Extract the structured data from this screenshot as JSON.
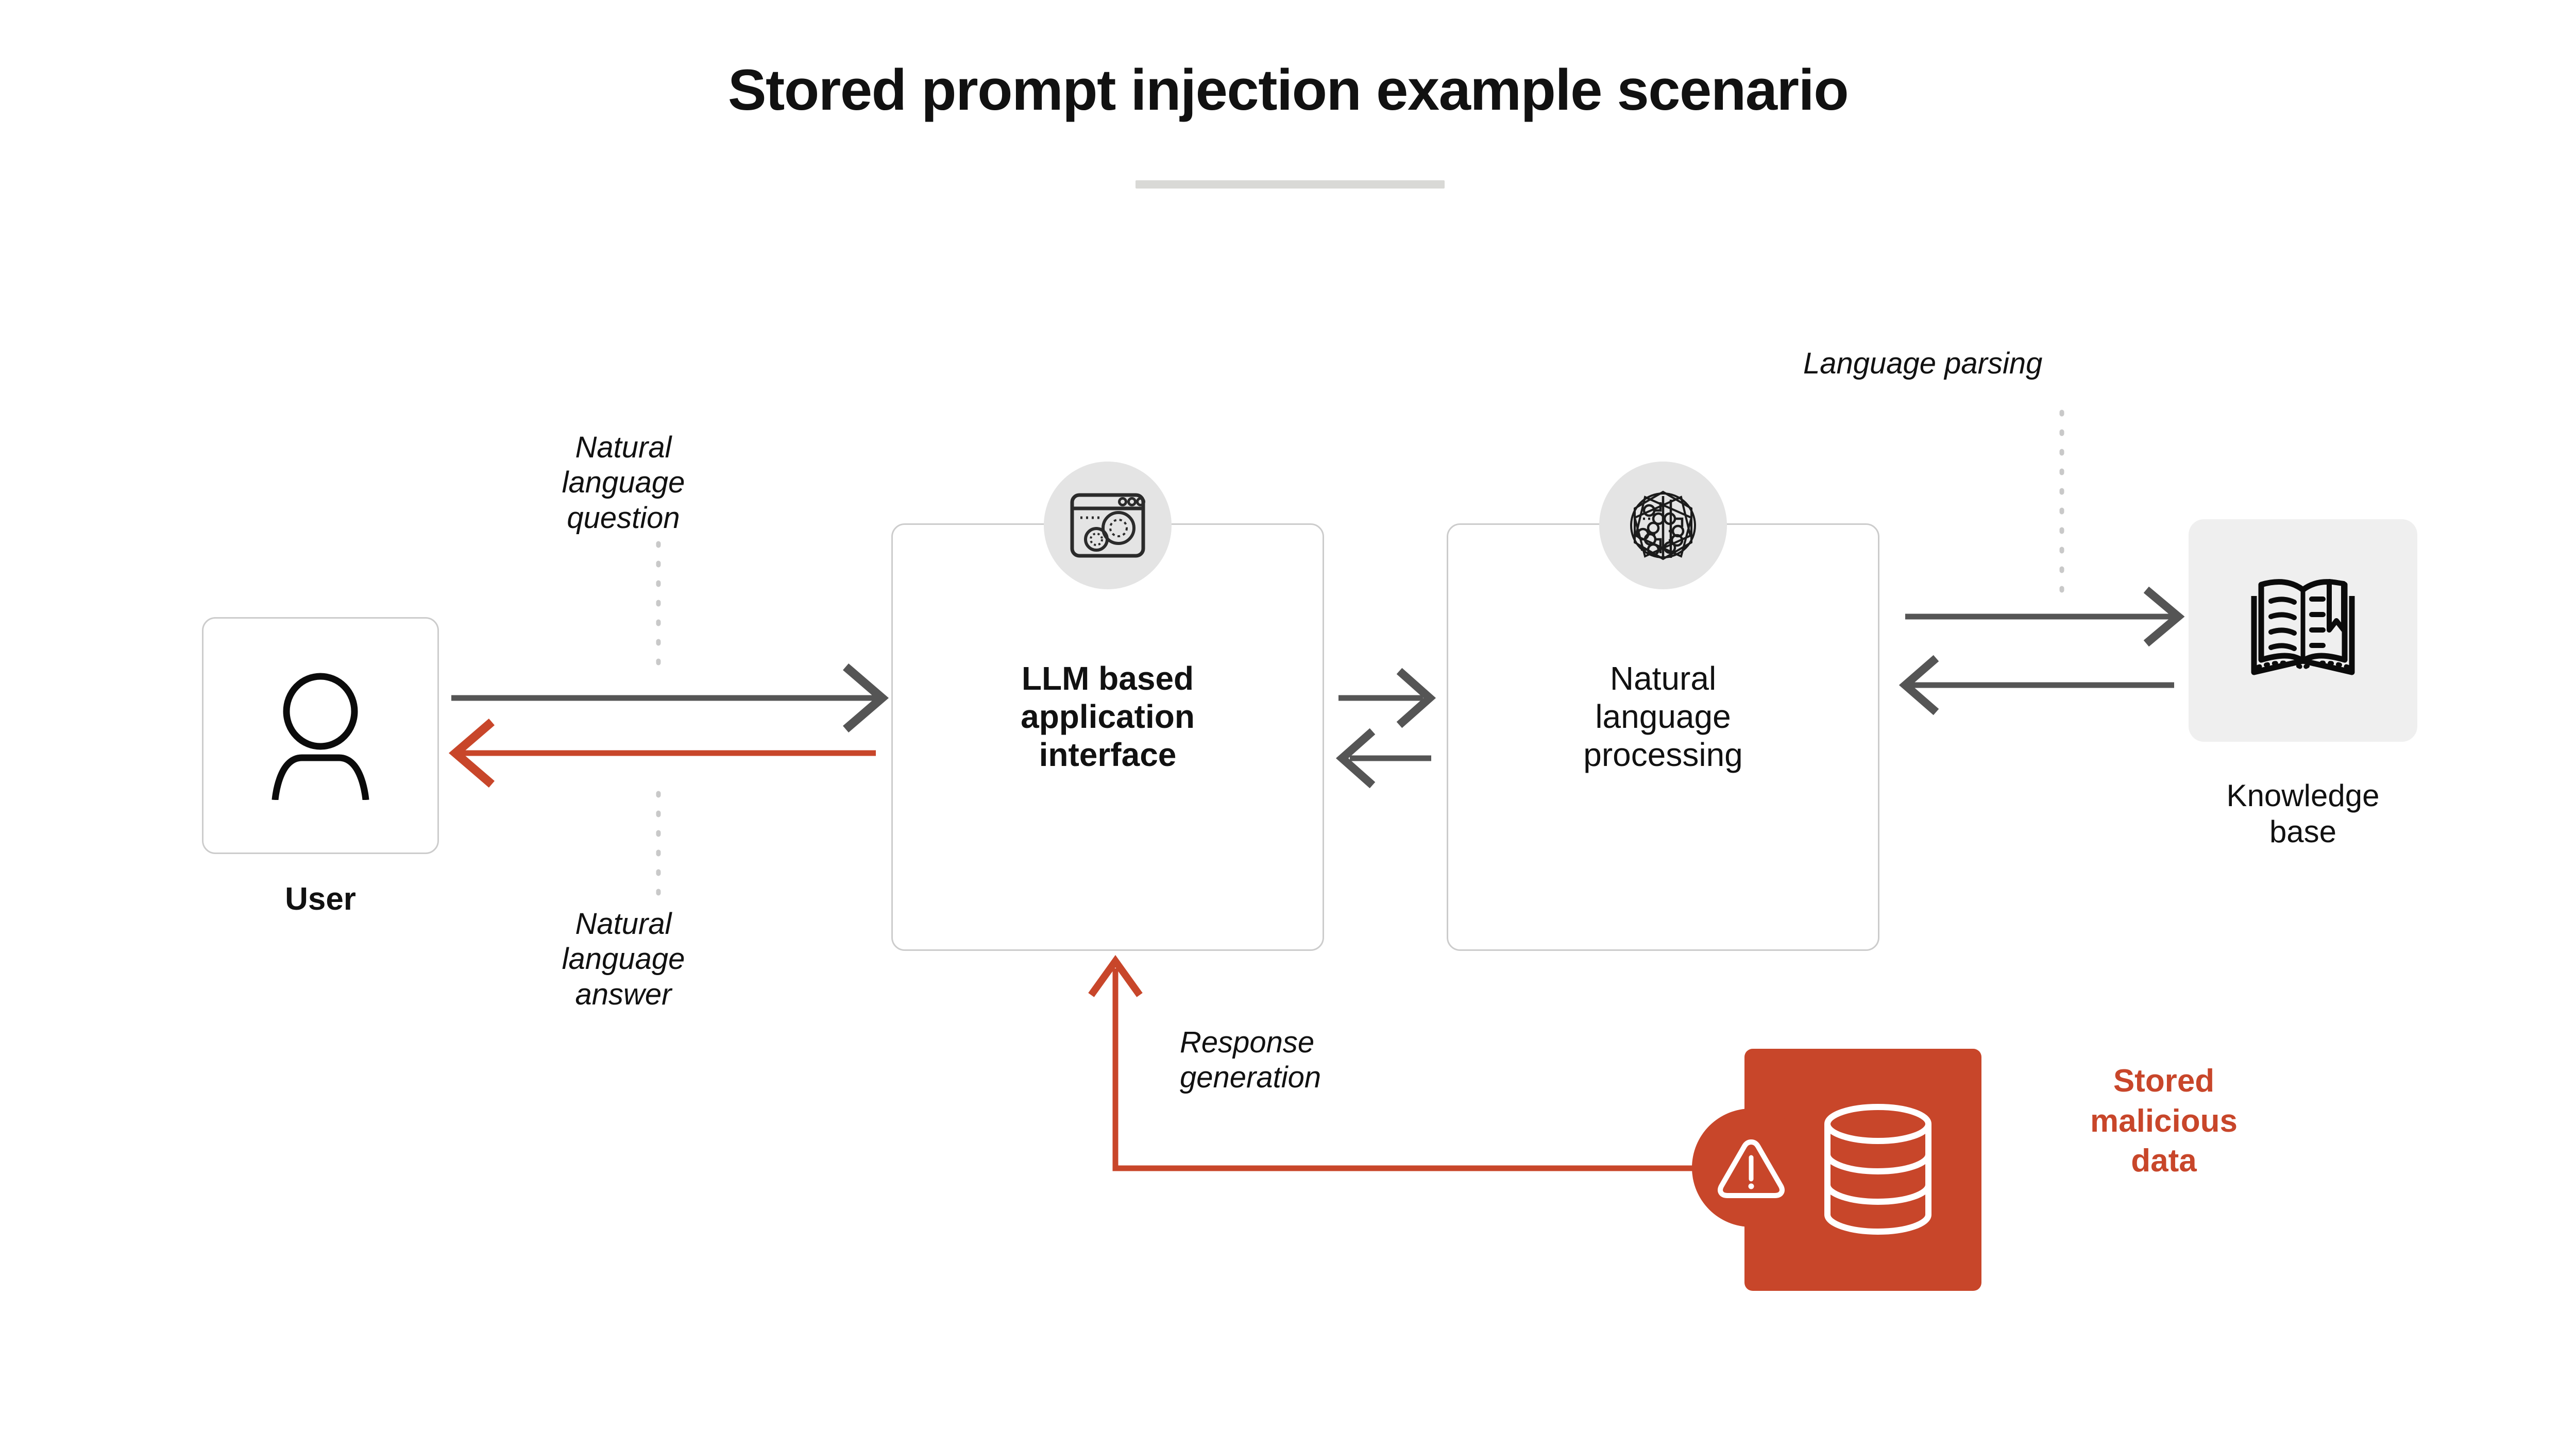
{
  "page": {
    "title": "Stored prompt injection example scenario",
    "background_color": "#ffffff"
  },
  "colors": {
    "accent_red": "#c8462a",
    "arrow_gray": "#555555",
    "box_border": "#cccccc",
    "icon_bubble": "#e4e4e4",
    "kb_fill": "#efefef",
    "rule_gray": "#d9d9d6",
    "text": "#111111"
  },
  "nodes": [
    {
      "id": "user",
      "label": "User",
      "icon": "person-icon",
      "style": "outlined-box",
      "label_weight": "bold"
    },
    {
      "id": "llm",
      "label": "LLM based\napplication\ninterface",
      "label_lines": [
        "LLM based",
        "application",
        "interface"
      ],
      "icon": "browser-gears-icon",
      "style": "outlined-box",
      "label_weight": "bold"
    },
    {
      "id": "nlp",
      "label": "Natural\nlanguage\nprocessing",
      "label_lines": [
        "Natural",
        "language",
        "processing"
      ],
      "icon": "circuit-brain-icon",
      "style": "outlined-box",
      "label_weight": "regular"
    },
    {
      "id": "knowledge-base",
      "label": "Knowledge\nbase",
      "label_lines": [
        "Knowledge",
        "base"
      ],
      "icon": "open-book-icon",
      "style": "filled-box",
      "label_weight": "regular"
    },
    {
      "id": "stored-malicious-data",
      "label": "Stored\nmalicious\ndata",
      "label_lines": [
        "Stored",
        "malicious",
        "data"
      ],
      "icon": "database-icon",
      "badge_icon": "warning-triangle-icon",
      "style": "filled-red-box",
      "label_weight": "bold",
      "label_color": "#c8462a"
    }
  ],
  "edges": [
    {
      "id": "user-to-llm",
      "from": "user",
      "to": "llm",
      "label": "Natural\nlanguage\nquestion",
      "label_lines": [
        "Natural",
        "language",
        "question"
      ],
      "color": "#555555",
      "direction": "right"
    },
    {
      "id": "llm-to-user",
      "from": "llm",
      "to": "user",
      "label": "Natural\nlanguage\nanswer",
      "label_lines": [
        "Natural",
        "language",
        "answer"
      ],
      "color": "#c8462a",
      "direction": "left"
    },
    {
      "id": "llm-to-nlp",
      "from": "llm",
      "to": "nlp",
      "label": "",
      "color": "#555555",
      "direction": "right"
    },
    {
      "id": "nlp-to-llm",
      "from": "nlp",
      "to": "llm",
      "label": "",
      "color": "#555555",
      "direction": "left"
    },
    {
      "id": "nlp-to-kb",
      "from": "nlp",
      "to": "knowledge-base",
      "label": "Language parsing",
      "label_lines": [
        "Language parsing"
      ],
      "color": "#555555",
      "direction": "right"
    },
    {
      "id": "kb-to-nlp",
      "from": "knowledge-base",
      "to": "nlp",
      "label": "",
      "color": "#555555",
      "direction": "left"
    },
    {
      "id": "malicious-to-llm",
      "from": "stored-malicious-data",
      "to": "llm",
      "label": "Response\ngeneration",
      "label_lines": [
        "Response",
        "generation"
      ],
      "color": "#c8462a",
      "direction": "up"
    }
  ],
  "labels": {
    "natural_language_question": "Natural\nlanguage\nquestion",
    "natural_language_answer": "Natural\nlanguage\nanswer",
    "language_parsing": "Language parsing",
    "response_generation": "Response\ngeneration",
    "user": "User",
    "llm_based_application_interface": "LLM based\napplication\ninterface",
    "natural_language_processing": "Natural\nlanguage\nprocessing",
    "knowledge_base": "Knowledge\nbase",
    "stored_malicious_data": "Stored\nmalicious\ndata"
  }
}
